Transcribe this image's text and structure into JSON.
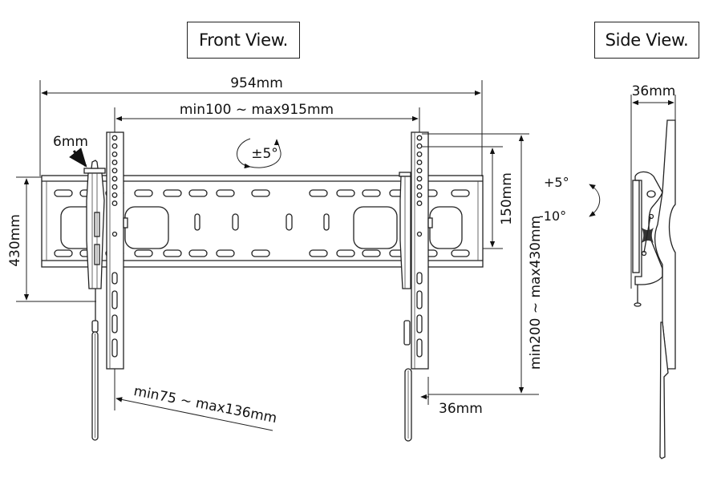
{
  "views": {
    "front_title": "Front View.",
    "side_title": "Side View."
  },
  "front_view": {
    "overall_width": "954mm",
    "vesa_horizontal_range": "min100 ~ max915mm",
    "swivel": "±5°",
    "lock_callout": "6mm",
    "plate_height": "430mm",
    "vertical_hole_span": "150mm",
    "vesa_vertical_range": "min200 ~ max430mm",
    "wall_distance_range": "min75 ~ max136mm",
    "arm_width": "36mm"
  },
  "side_view": {
    "depth": "36mm",
    "tilt_up": "+5°",
    "tilt_down": "-10°"
  },
  "colors": {
    "line": "#222222",
    "background": "#ffffff"
  }
}
